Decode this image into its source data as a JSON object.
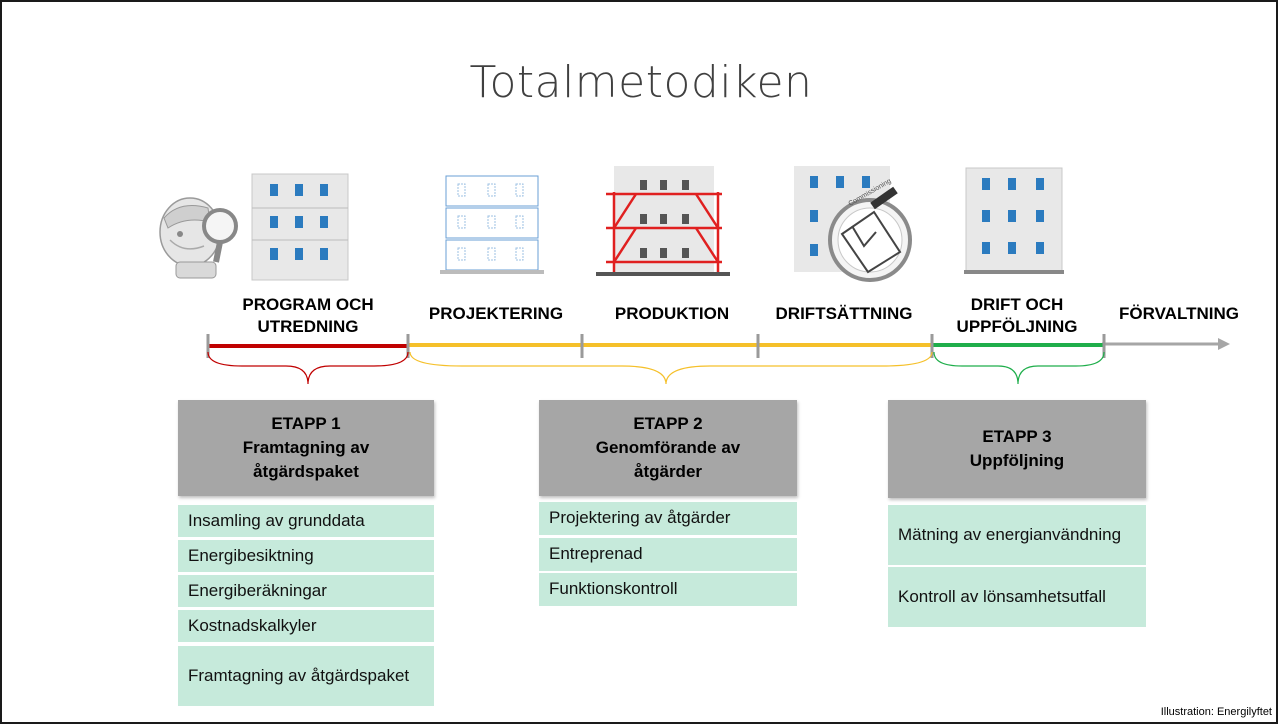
{
  "title": "Totalmetodiken",
  "phases": [
    {
      "label": "PROGRAM OCH UTREDNING"
    },
    {
      "label": "PROJEKTERING"
    },
    {
      "label": "PRODUKTION"
    },
    {
      "label": "DRIFTSÄTTNING"
    },
    {
      "label": "DRIFT OCH UPPFÖLJNING"
    },
    {
      "label": "FÖRVALTNING"
    }
  ],
  "colors": {
    "stage1": "#c00000",
    "stage2": "#f5c02a",
    "stage3": "#1fae4b",
    "arrow": "#a6a6a6",
    "etapp_bg": "#a6a6a6",
    "task_bg": "#c6eadb"
  },
  "etapps": [
    {
      "heading": "ETAPP 1",
      "subtitle_line1": "Framtagning av",
      "subtitle_line2": "åtgärdspaket",
      "tasks": [
        "Insamling av grunddata",
        "Energibesiktning",
        "Energiberäkningar",
        "Kostnadskalkyler",
        "Framtagning av åtgärdspaket"
      ]
    },
    {
      "heading": "ETAPP 2",
      "subtitle_line1": "Genomförande av",
      "subtitle_line2": "åtgärder",
      "tasks": [
        "Projektering av åtgärder",
        "Entreprenad",
        "Funktionskontroll"
      ]
    },
    {
      "heading": "ETAPP 3",
      "subtitle_line1": "Uppföljning",
      "tasks": [
        "Mätning av energianvändning",
        "Kontroll av lönsamhetsutfall"
      ]
    }
  ],
  "icons": {
    "inspector": "inspector-with-magnifier-icon",
    "building": "building-icon",
    "blueprint": "blueprint-building-icon",
    "scaffold": "scaffold-building-icon",
    "commissioning": "commissioning-seal-icon"
  },
  "commissioning_seal_text": "Commissioning",
  "credit": "Illustration: Energilyftet"
}
